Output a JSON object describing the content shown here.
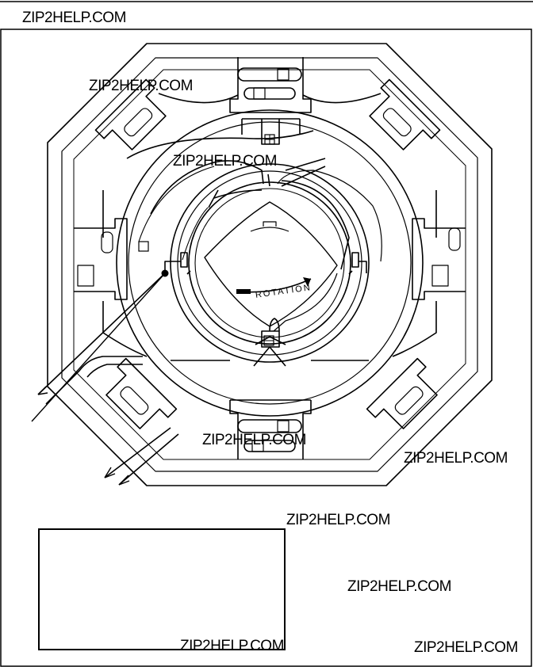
{
  "watermarks": {
    "header": "ZIP2HELP.COM",
    "w1": "ZIP2HELP.COM",
    "w2": "ZIP2HELP.COM",
    "w3": "ZIP2HELP.COM",
    "w4": "ZIP2HELP.COM",
    "w5": "ZIP2HELP.COM",
    "w6": "ZIP2HELP.COM",
    "w7": "ZIP2HELP.COM",
    "w8": "ZIP2HELP.COM"
  },
  "diagram": {
    "rotation_label": "ROTATION"
  }
}
